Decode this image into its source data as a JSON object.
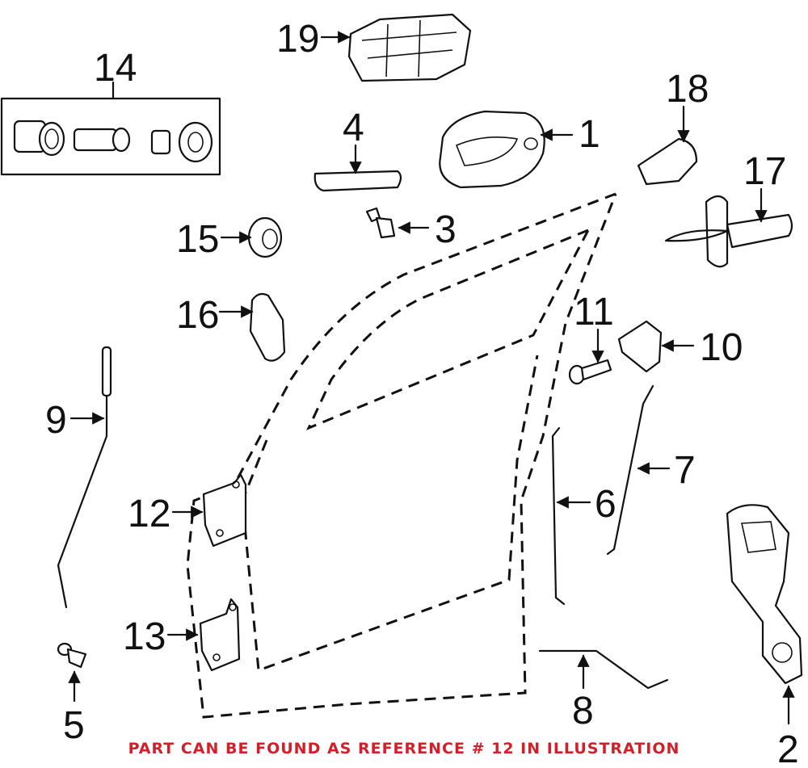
{
  "callouts": [
    {
      "id": "1",
      "label": "1"
    },
    {
      "id": "2",
      "label": "2"
    },
    {
      "id": "3",
      "label": "3"
    },
    {
      "id": "4",
      "label": "4"
    },
    {
      "id": "5",
      "label": "5"
    },
    {
      "id": "6",
      "label": "6"
    },
    {
      "id": "7",
      "label": "7"
    },
    {
      "id": "8",
      "label": "8"
    },
    {
      "id": "9",
      "label": "9"
    },
    {
      "id": "10",
      "label": "10"
    },
    {
      "id": "11",
      "label": "11"
    },
    {
      "id": "12",
      "label": "12"
    },
    {
      "id": "13",
      "label": "13"
    },
    {
      "id": "14",
      "label": "14"
    },
    {
      "id": "15",
      "label": "15"
    },
    {
      "id": "16",
      "label": "16"
    },
    {
      "id": "17",
      "label": "17"
    },
    {
      "id": "18",
      "label": "18"
    },
    {
      "id": "19",
      "label": "19"
    }
  ],
  "footer_note": "PART CAN BE FOUND AS REFERENCE # 12 IN ILLUSTRATION",
  "colors": {
    "note": "#d0202a",
    "ink": "#111111"
  }
}
